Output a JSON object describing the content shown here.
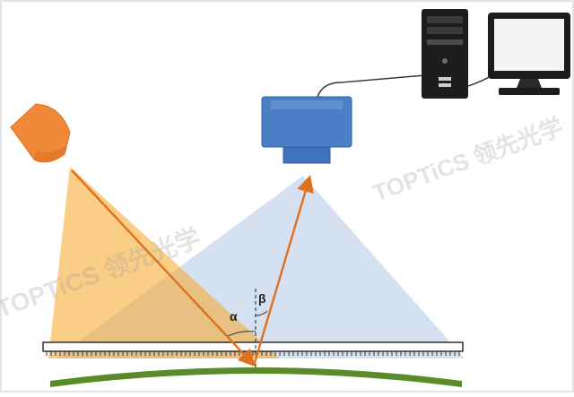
{
  "labels": {
    "alpha": "α",
    "beta": "β"
  },
  "watermark": {
    "text": "TOPTiCS 领先光学"
  },
  "colors": {
    "source": "#f08a3a",
    "source_beam": "#f7a626",
    "camera_fov": "#b9cde6",
    "camera": "#4a7fc5",
    "ray": "#e0701e",
    "sample": "#5a8a2a",
    "computer": "#1c1c1c",
    "frame": "#c8c8c8"
  },
  "icons": {
    "source": "light-source-icon",
    "camera": "camera-icon",
    "computer": "computer-icon"
  }
}
